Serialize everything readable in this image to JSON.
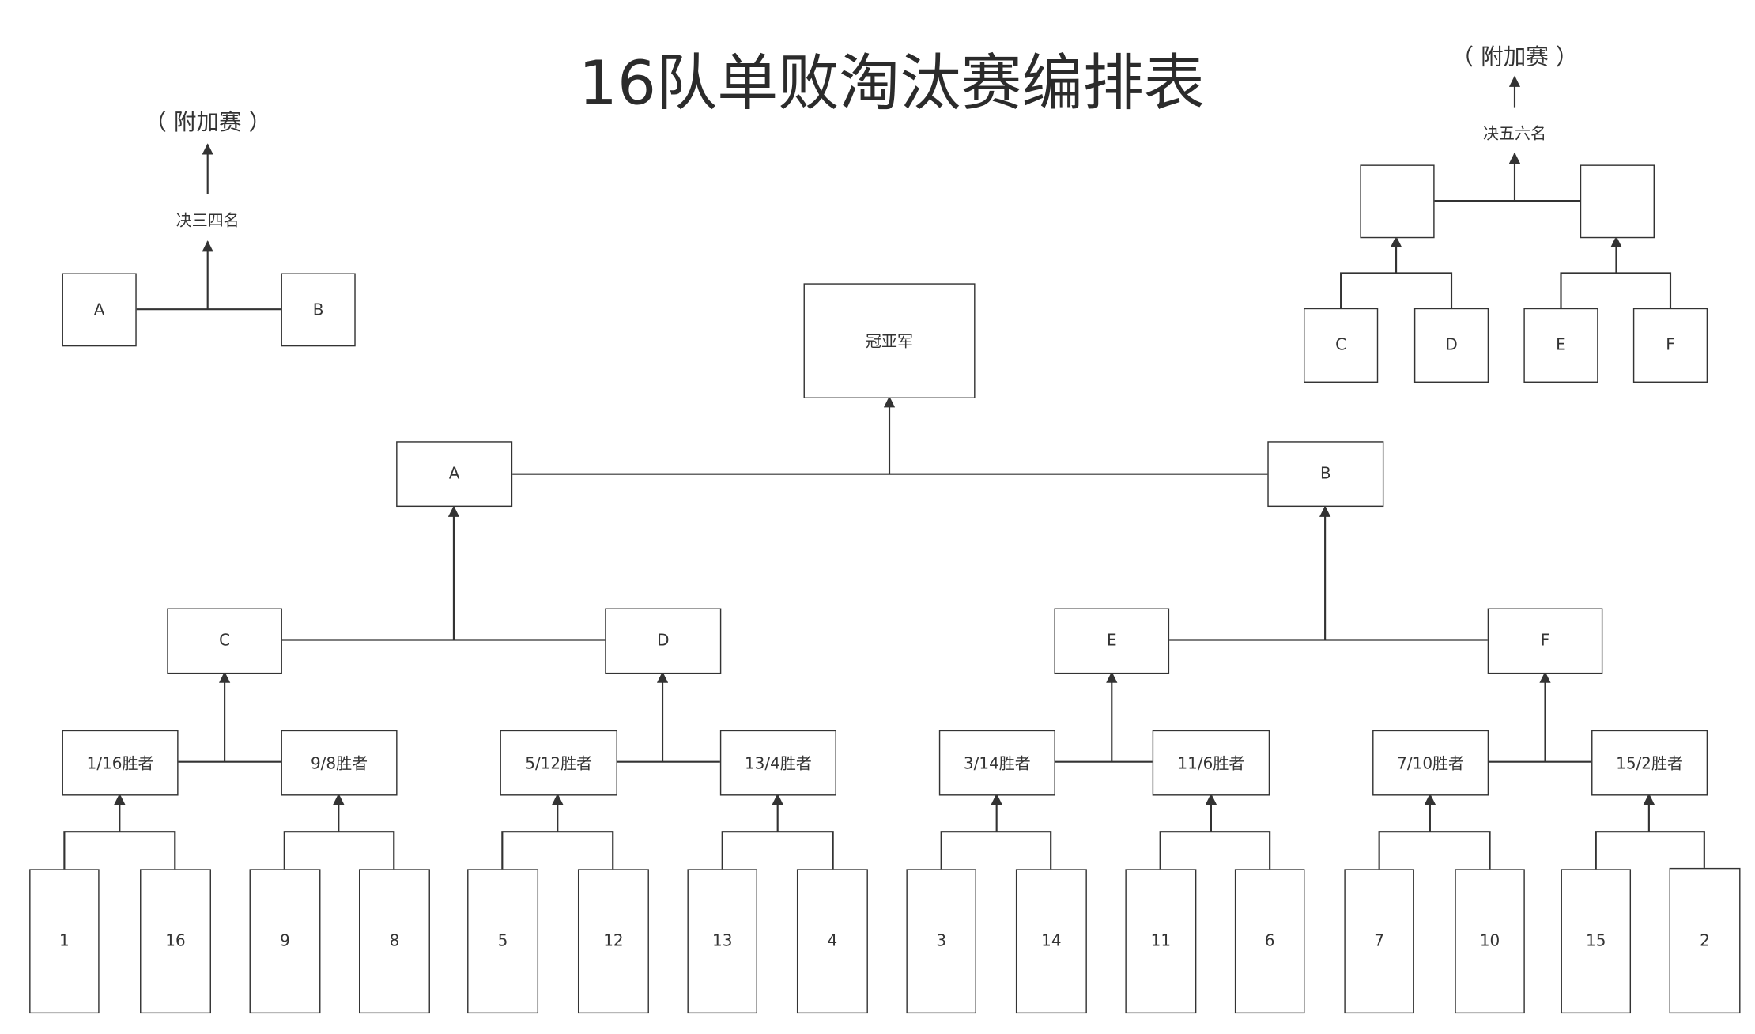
{
  "title": "16队单败淘汰赛编排表",
  "extra_label": "（ 附加赛 ）",
  "third_place": {
    "caption": "决三四名",
    "left": "A",
    "right": "B"
  },
  "fifth_place": {
    "caption": "决五六名",
    "left_box": "",
    "right_box": "",
    "feeders": [
      "C",
      "D",
      "E",
      "F"
    ]
  },
  "champion": "冠亚军",
  "final": [
    "A",
    "B"
  ],
  "semifinal": [
    "C",
    "D",
    "E",
    "F"
  ],
  "quarterfinal": [
    "1/16胜者",
    "9/8胜者",
    "5/12胜者",
    "13/4胜者",
    "3/14胜者",
    "11/6胜者",
    "7/10胜者",
    "15/2胜者"
  ],
  "seeds": [
    "1",
    "16",
    "9",
    "8",
    "5",
    "12",
    "13",
    "4",
    "3",
    "14",
    "11",
    "6",
    "7",
    "10",
    "15",
    "2"
  ],
  "colors": {
    "line": "#333333",
    "text": "#333333",
    "background": "#ffffff"
  }
}
